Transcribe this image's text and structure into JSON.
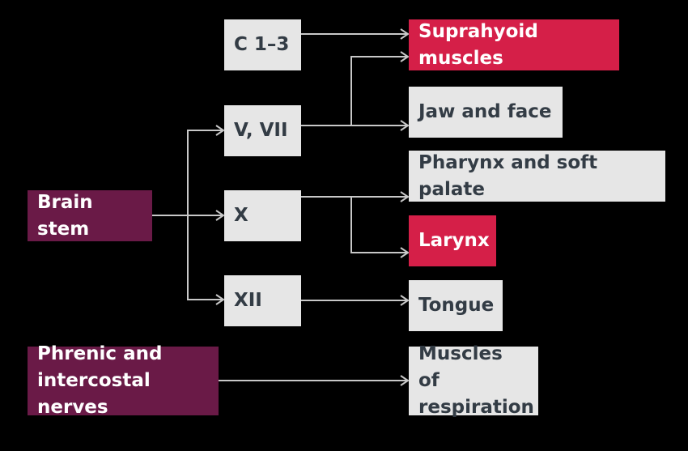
{
  "sources": {
    "brain_stem": "Brain stem",
    "phrenic_line1": "Phrenic and",
    "phrenic_line2": "intercostal nerves"
  },
  "nerves": {
    "c13": "C 1–3",
    "v_vii": "V, VII",
    "x": "X",
    "xii": "XII"
  },
  "targets": {
    "suprahyoid": "Suprahyoid muscles",
    "jaw_face": "Jaw and face",
    "pharynx": "Pharynx and soft palate",
    "larynx": "Larynx",
    "tongue": "Tongue",
    "respiration_line1": "Muscles of",
    "respiration_line2": "respiration"
  },
  "colors": {
    "background": "#000000",
    "source_box": "#6a1a47",
    "target_highlight": "#d51f48",
    "neutral_box": "#e6e6e6",
    "dark_text": "#333c45",
    "connector": "#c8c8c8"
  }
}
